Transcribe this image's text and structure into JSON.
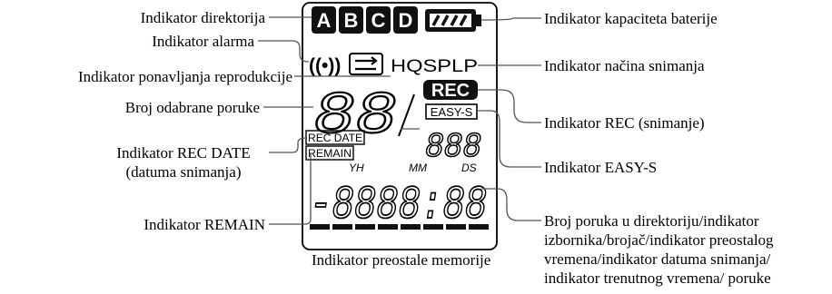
{
  "labels_left": {
    "directory": "Indikator direktorija",
    "alarm": "Indikator alarma",
    "repeat": "Indikator ponavljanja reprodukcije",
    "message_no": "Broj odabrane poruke",
    "rec_date_1": "Indikator REC DATE",
    "rec_date_2": "(datuma snimanja)",
    "remain": "Indikator REMAIN"
  },
  "labels_right": {
    "battery": "Indikator kapaciteta baterije",
    "rec_mode": "Indikator načina snimanja",
    "rec": "Indikator REC (snimanje)",
    "easy_s": "Indikator EASY-S",
    "counter_1": "Broj poruka u direktoriju/indikator",
    "counter_2": "izbornika/brojač/indikator preostalog",
    "counter_3": "vremena/indikator datuma snimanja/",
    "counter_4": "indikator trenutnog vremena/ poruke"
  },
  "labels_bottom": {
    "memory": "Indikator preostale memorije"
  },
  "lcd": {
    "folders": [
      "A",
      "B",
      "C",
      "D"
    ],
    "alarm_icon": "((•))",
    "rec_modes": "HQSPLP",
    "big_digits": "88",
    "rec_badge": "REC",
    "easy_s": "EASY-S",
    "rec_date": "REC DATE",
    "remain": "REMAIN",
    "small_digits": "888",
    "unit_yh": "YH",
    "unit_mm": "MM",
    "unit_ds": "DS",
    "time_digits": "-8888:88",
    "memory_segments": 8
  }
}
